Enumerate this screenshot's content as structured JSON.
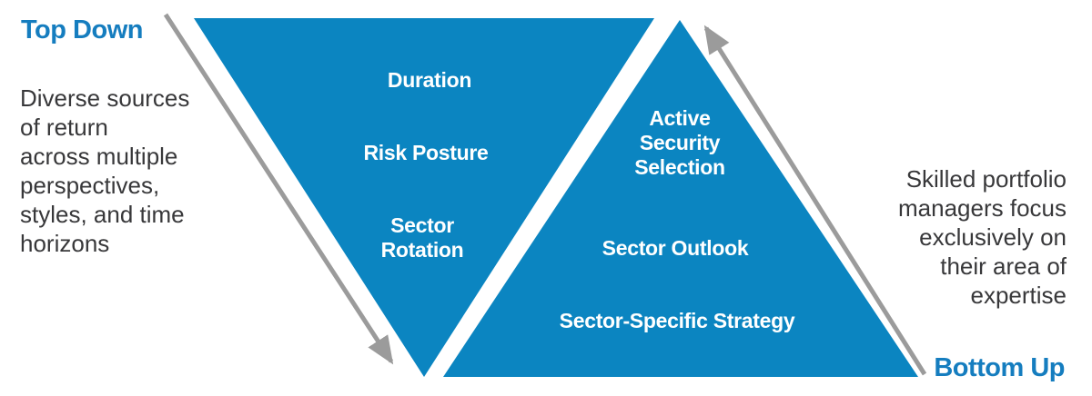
{
  "colors": {
    "page_bg": "#ffffff",
    "triangle_blue": "#0b85c1",
    "heading_blue": "#157dbf",
    "body_gray": "#38383a",
    "arrow_gray": "#9b9b9b",
    "label_white": "#ffffff"
  },
  "top_down": {
    "heading": "Top Down",
    "description_lines": {
      "0": "Diverse sources",
      "1": "of return",
      "2": "across multiple",
      "3": "perspectives,",
      "4": "styles, and time",
      "5": "horizons"
    },
    "arrow_icon": "down-diagonal-arrow",
    "items": {
      "duration": {
        "line1": "Duration"
      },
      "risk_posture": {
        "line1": "Risk Posture"
      },
      "sector_rotation": {
        "line1": "Sector",
        "line2": "Rotation"
      }
    }
  },
  "bottom_up": {
    "heading": "Bottom Up",
    "description_lines": {
      "0": "Skilled portfolio",
      "1": "managers focus",
      "2": "exclusively on",
      "3": "their area of",
      "4": "expertise"
    },
    "arrow_icon": "up-diagonal-arrow",
    "items": {
      "active_security_selection": {
        "line1": "Active",
        "line2": "Security",
        "line3": "Selection"
      },
      "sector_outlook": {
        "line1": "Sector Outlook"
      },
      "sector_specific_strategy": {
        "line1": "Sector-Specific Strategy"
      }
    }
  }
}
